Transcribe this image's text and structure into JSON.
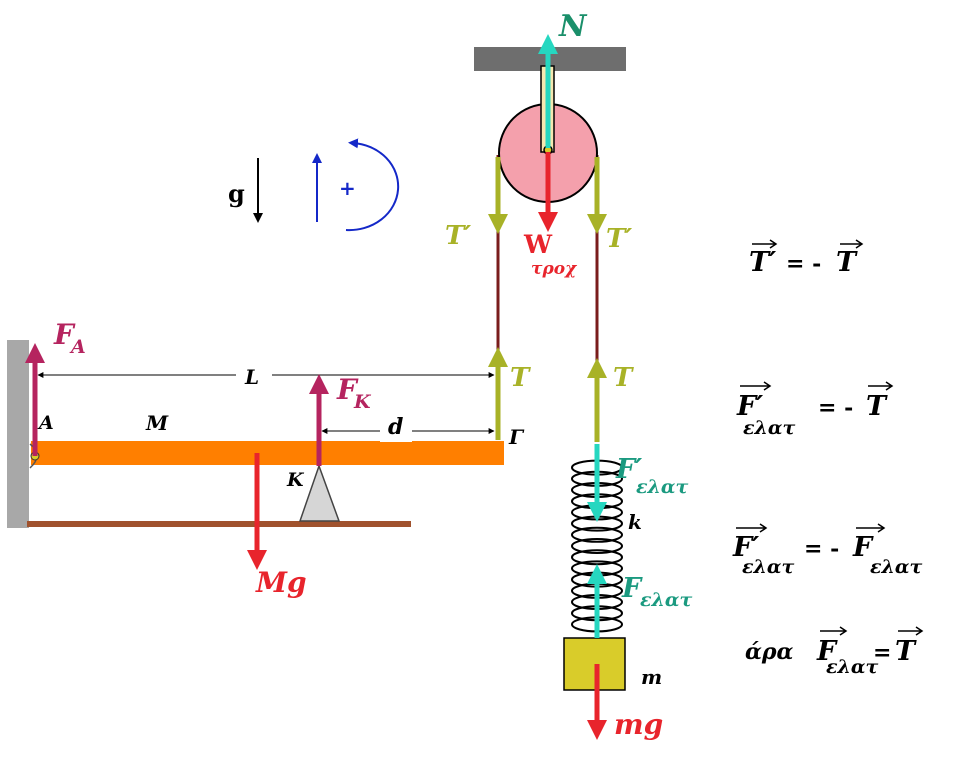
{
  "colors": {
    "beam": "#ff7f00",
    "wall": "#a8a8a8",
    "ground": "#a0522d",
    "ceiling": "#6e6e6e",
    "pulley": "#f4a0ac",
    "rope": "#7a1c1c",
    "tension": "#a8b227",
    "weight": "#e8242c",
    "support_force": "#b5245f",
    "spring_force": "#26d7c0",
    "normal_label": "#1a8f6a",
    "spring_label": "#1b9a80",
    "block": "#d9cc2a",
    "rotation": "#1428c8",
    "support": "#d6d6d6"
  },
  "labels": {
    "N": "N",
    "T_prime_left": "T′",
    "T_prime_right": "T′",
    "W_main": "W",
    "W_sub": "τροχ",
    "T_left": "T",
    "T_right": "T",
    "g": "g",
    "plus": "+",
    "F_A_main": "F",
    "F_A_sub": "A",
    "F_K_main": "F",
    "F_K_sub": "K",
    "L": "L",
    "A": "A",
    "M": "M",
    "d": "d",
    "Gamma": "Γ",
    "K_point": "K",
    "Mg": "Mg",
    "F_elat_prime_main": "F′",
    "F_elat_prime_sub": "ελατ",
    "k": "k",
    "F_elat_main": "F",
    "F_elat_sub": "ελατ",
    "m": "m",
    "mg": "mg"
  },
  "equations": {
    "eq1_left": "T′",
    "eq1_mid": "= -",
    "eq1_right": "T",
    "eq2_left_main": "F′",
    "eq2_left_sub": "ελατ",
    "eq2_mid": "= -",
    "eq2_right": "T",
    "eq3_left_main": "F′",
    "eq3_left_sub": "ελατ",
    "eq3_mid": "= -",
    "eq3_right_main": "F",
    "eq3_right_sub": "ελατ",
    "eq4_prefix": "άρα",
    "eq4_left_main": "F",
    "eq4_left_sub": "ελατ",
    "eq4_mid": "=",
    "eq4_right": "T"
  }
}
